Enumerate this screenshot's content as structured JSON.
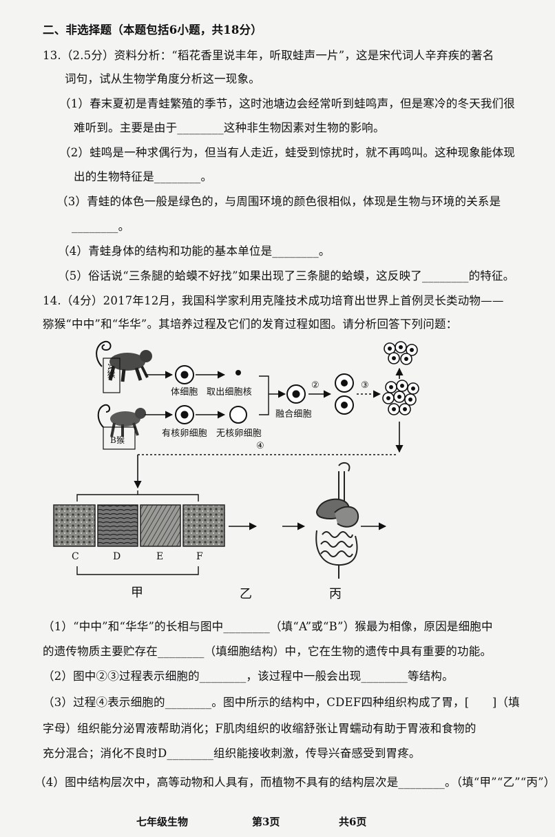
{
  "section": {
    "title": "二、非选择题（本题包括6小题，共18分）"
  },
  "q13": {
    "stem1": "13.（2.5分）资料分析：“稻花香里说丰年，听取蛙声一片”，这是宋代词人辛弃疾的著名",
    "stem2": "词句，试从生物学角度分析这一现象。",
    "p1a": "（1）春末夏初是青蛙繁殖的季节，这时池塘边会经常听到蛙鸣声，但是寒冷的冬天我们很",
    "p1b": "难听到。主要是由于________这种非生物因素对生物的影响。",
    "p2a": "（2）蛙鸣是一种求偶行为，但当有人走近，蛙受到惊扰时，就不再鸣叫。这种现象能体现",
    "p2b": "出的生物特征是________。",
    "p3a": "（3）青蛙的体色一般是绿色的，与周围环境的颜色很相似，体现是生物与环境的关系是",
    "p3b": "________。",
    "p4": "（4）青蛙身体的结构和功能的基本单位是________。",
    "p5": "（5）俗话说“三条腿的蛤蟆不好找”如果出现了三条腿的蛤蟆，这反映了________的特征。"
  },
  "q14": {
    "stem1": "14.（4分）2017年12月，我国科学家利用克隆技术成功培育出世界上首例灵长类动物——",
    "stem2": "猕猴“中中”和“华华”。其培养过程及它们的发育过程如图。请分析回答下列问题：",
    "figure": {
      "monkey_a": "A猴",
      "monkey_b": "B猴",
      "body_cell": "体细胞",
      "take_nucleus": "取出细胞核",
      "nucleated_egg": "有核卵细胞",
      "enucleated_egg": "无核卵细胞",
      "fused_cell": "融合细胞",
      "step2": "②",
      "step3": "③",
      "step4": "④",
      "tissue_labels": [
        "C",
        "D",
        "E",
        "F"
      ],
      "group_jia": "甲",
      "group_yi": "乙",
      "group_bing": "丙"
    },
    "q1a": "（1）“中中”和“华华”的长相与图中________（填“A”或“B”）猴最为相像，原因是细胞中",
    "q1b": "的遗传物质主要贮存在________（填细胞结构）中，它在生物的遗传中具有重要的功能。",
    "q2": "（2）图中②③过程表示细胞的________，该过程中一般会出现________等结构。",
    "q3a": "（3）过程④表示细胞的________。图中所示的结构中，CDEF四种组织构成了胃，[　　]（填",
    "q3b": "字母）组织能分泌胃液帮助消化；F肌肉组织的收缩舒张让胃蠕动有助于胃液和食物的",
    "q3c": "充分混合；消化不良时D________组织能接收刺激，传导兴奋感受到胃疼。",
    "q4": "（4）图中结构层次中，高等动物和人具有，而植物不具有的结构层次是________。（填“甲”“乙”“丙”）"
  },
  "footer": {
    "subject": "七年级生物",
    "page": "第3页",
    "total": "共6页"
  }
}
